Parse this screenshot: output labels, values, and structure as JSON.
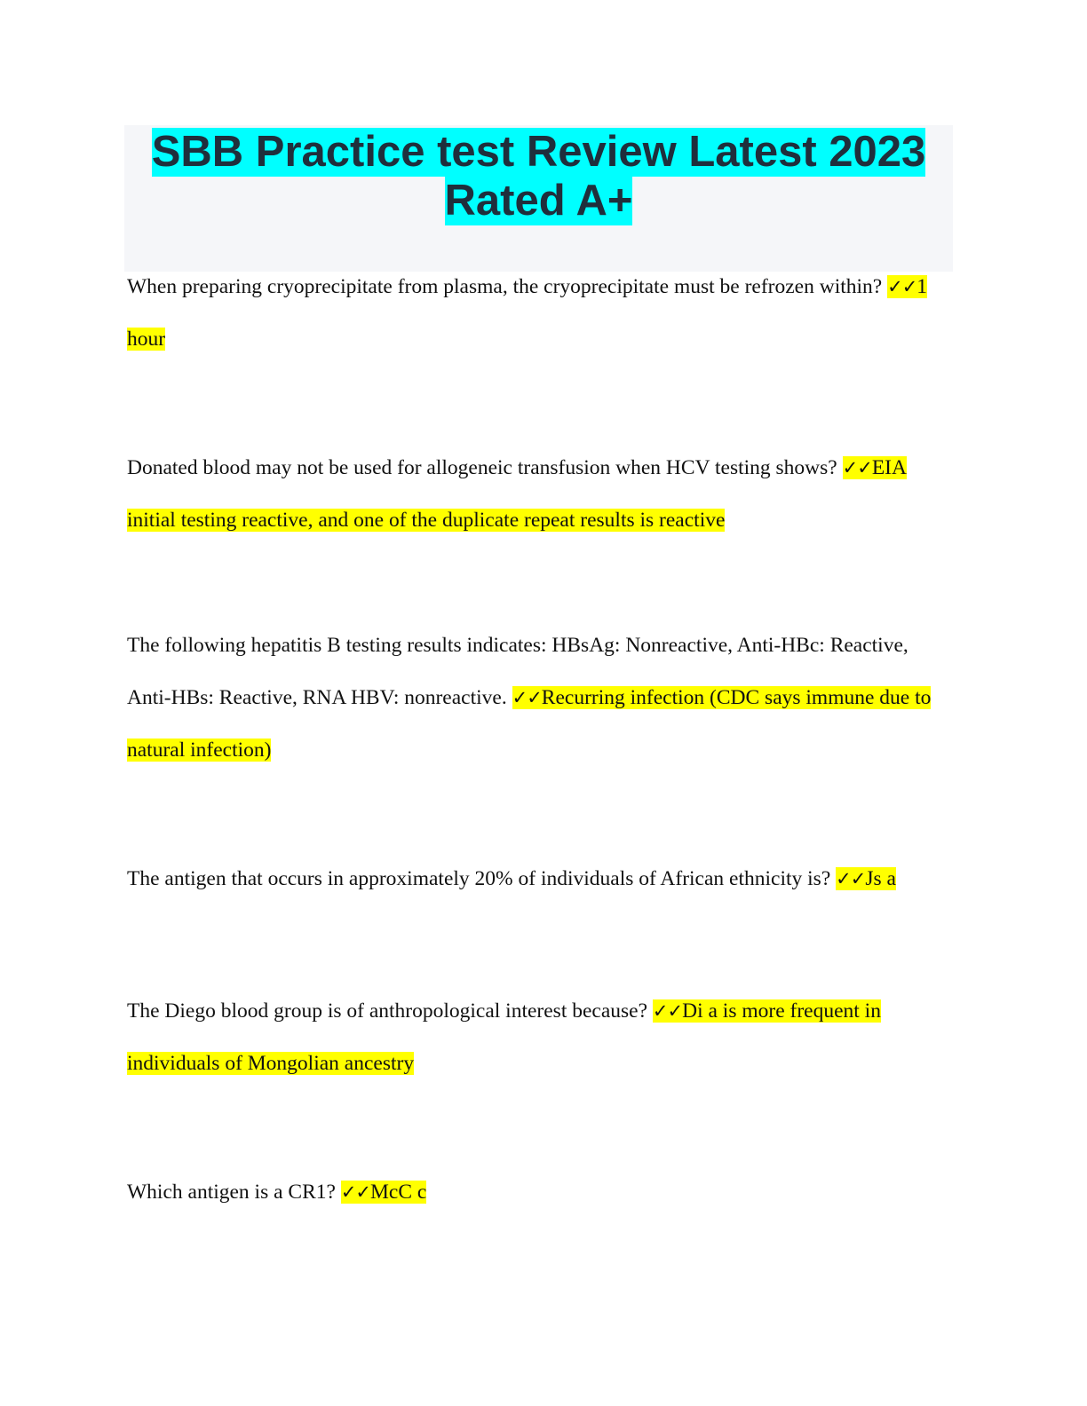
{
  "title": {
    "line1": "SBB Practice test Review Latest 2023",
    "line2": "Rated A+"
  },
  "check_mark": "✓✓",
  "items": [
    {
      "lines": [
        {
          "question": "When preparing cryoprecipitate from plasma, the cryoprecipitate must be refrozen within? ",
          "answer": "1"
        },
        {
          "question": "",
          "answer": "hour"
        }
      ]
    },
    {
      "lines": [
        {
          "question": "Donated blood may not be used for allogeneic transfusion when HCV testing shows? ",
          "answer": "EIA"
        },
        {
          "question": "",
          "answer": "initial testing reactive, and one of the duplicate repeat results is reactive"
        }
      ]
    },
    {
      "lines": [
        {
          "question": "The following hepatitis B testing results indicates: HBsAg: Nonreactive, Anti-HBc: Reactive,",
          "answer": ""
        },
        {
          "question": "Anti-HBs: Reactive, RNA HBV: nonreactive. ",
          "answer": "Recurring infection (CDC says immune due to"
        },
        {
          "question": "",
          "answer": "natural infection)"
        }
      ]
    },
    {
      "lines": [
        {
          "question": "The antigen that occurs in approximately 20% of individuals of African ethnicity is? ",
          "answer": "Js a"
        }
      ]
    },
    {
      "lines": [
        {
          "question": "The Diego blood group is of anthropological interest because? ",
          "answer": "Di a is more frequent in"
        },
        {
          "question": "",
          "answer": "individuals of Mongolian ancestry"
        }
      ]
    },
    {
      "lines": [
        {
          "question": "Which antigen is a CR1? ",
          "answer": "McC c"
        }
      ]
    }
  ]
}
